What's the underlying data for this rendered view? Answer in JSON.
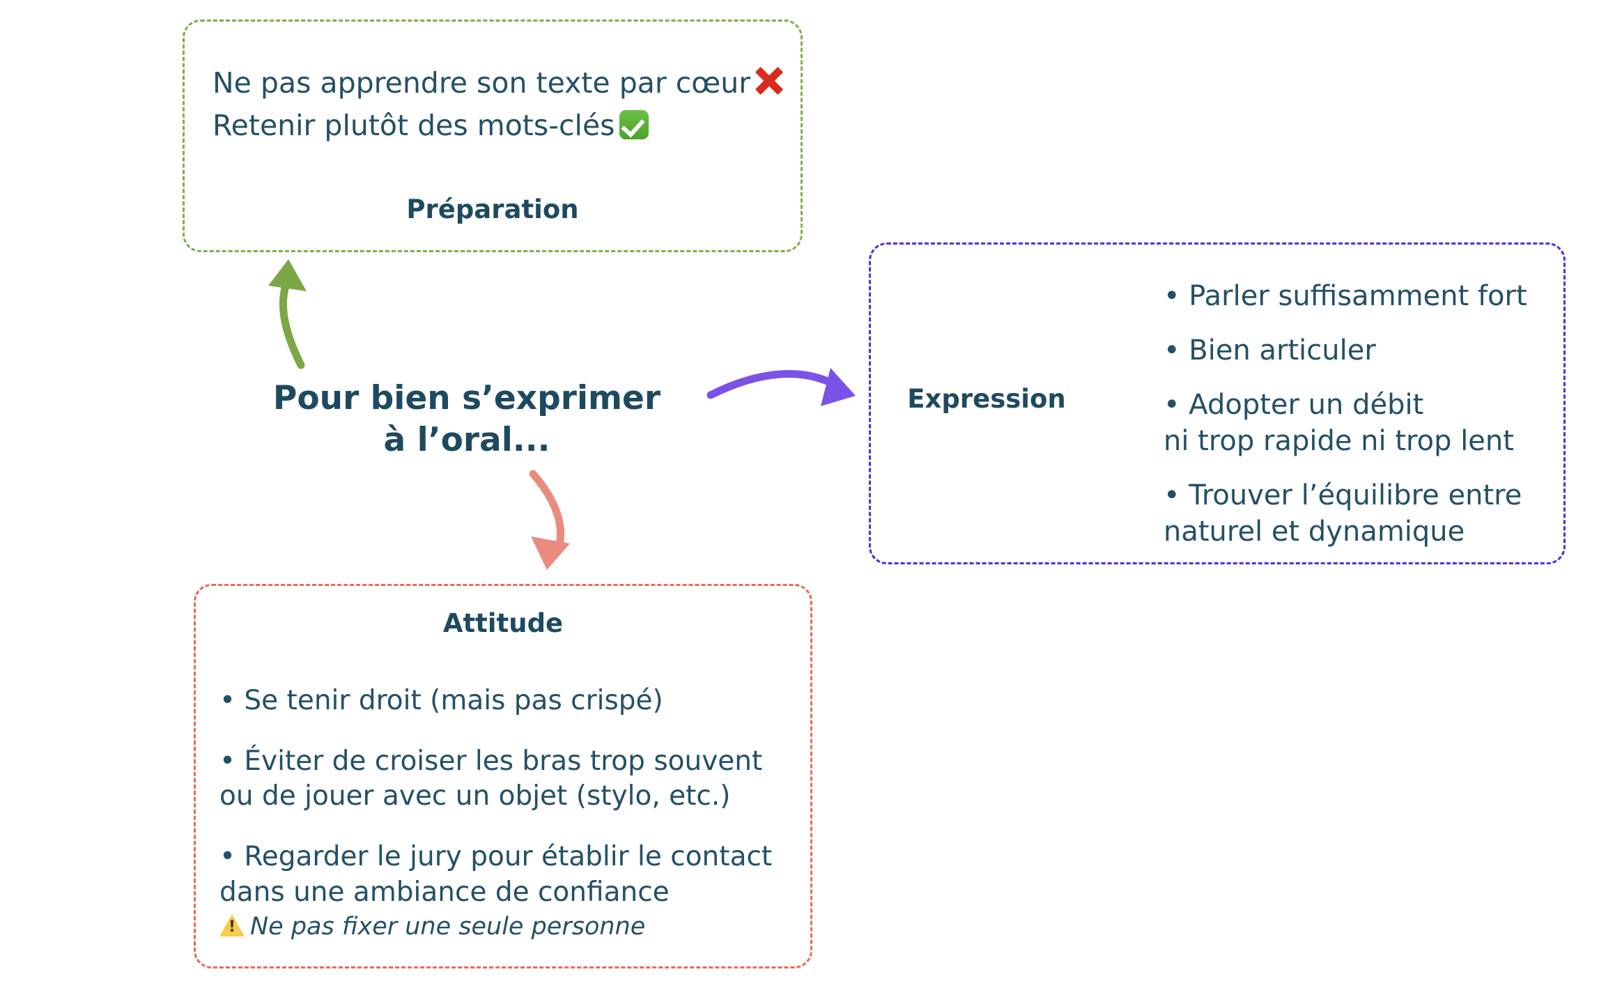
{
  "center": {
    "line1": "Pour bien s’exprimer",
    "line2": "à l’oral...",
    "color": "#1e4a60"
  },
  "preparation": {
    "title": "Préparation",
    "border_color": "#7DAE4C",
    "line1": "Ne pas apprendre son texte par cœur",
    "line1_icon": "cross-mark-emoji",
    "line2": "Retenir plutôt des mots-clés",
    "line2_icon": "check-mark-button-emoji"
  },
  "expression": {
    "label": "Expression",
    "border_color": "#4D30DC",
    "items": [
      {
        "line1": "• Parler suffisamment fort",
        "line2": ""
      },
      {
        "line1": "• Bien articuler",
        "line2": ""
      },
      {
        "line1": "• Adopter un débit",
        "line2": "ni trop rapide ni trop lent"
      },
      {
        "line1": "• Trouver l’équilibre entre",
        "line2": "naturel et dynamique"
      }
    ]
  },
  "attitude": {
    "title": "Attitude",
    "border_color": "#E96A55",
    "items": [
      {
        "line1": "• Se tenir droit (mais pas crispé)",
        "line2": ""
      },
      {
        "line1": "• Éviter de croiser les bras trop souvent",
        "line2": "ou de jouer avec un objet (stylo, etc.)"
      },
      {
        "line1": "• Regarder le jury pour établir le contact",
        "line2": "dans une ambiance de confiance"
      }
    ],
    "note": "Ne pas fixer une seule personne",
    "note_icon": "warning-emoji"
  },
  "arrows": [
    {
      "name": "arrow-to-preparation",
      "color": "#7CA746",
      "direction": "up-left"
    },
    {
      "name": "arrow-to-expression",
      "color": "#7B52E8",
      "direction": "right"
    },
    {
      "name": "arrow-to-attitude",
      "color": "#E98C7F",
      "direction": "down-left"
    }
  ]
}
